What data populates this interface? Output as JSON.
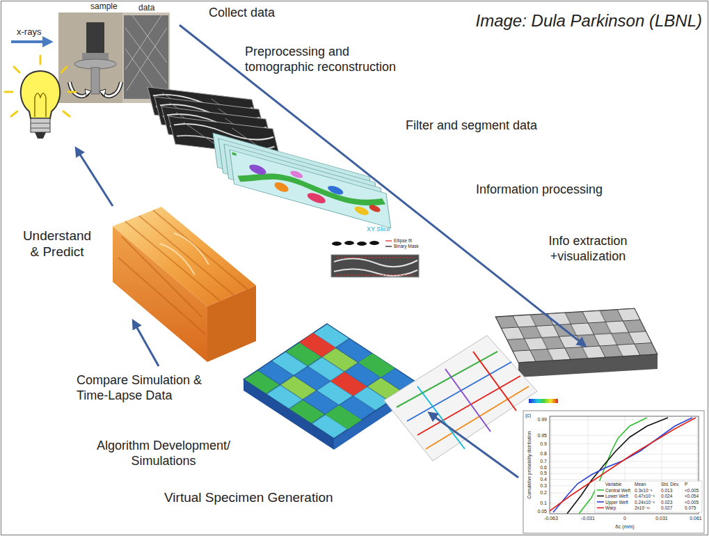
{
  "diagram": {
    "labels": [
      "sample",
      "data",
      "x-rays",
      "Collect data",
      "Image: Dula Parkinson (LBNL)",
      "Preprocessing and tomographic reconstruction",
      "Filter and segment data",
      "Information processing",
      "XY Slice",
      "Info extraction +visualization",
      "Understand & Predict",
      "Compare Simulation & Time-Lapse Data",
      "Algorithm Development/ Simulations",
      "Virtual Specimen Generation",
      "(c)",
      "0.99",
      "0.95",
      "0.9",
      "0.8",
      "0.7",
      "0.6",
      "0.5",
      "0.4",
      "0.3",
      "0.2",
      "0.1",
      "0.05",
      "Cumulative probability distribution",
      "-0.063",
      "-0.031",
      "0",
      "0.031",
      "0.061",
      "δc (mm)",
      "Variable",
      "Mean",
      "Std. Dev.",
      "P",
      "Central Weft",
      "0.3x10⁻³",
      "0.013",
      "<0.005",
      "Lower Weft",
      "0.47x10⁻³",
      "0.024",
      "<0.054",
      "Upper Weft",
      "0.24x10⁻³",
      "0.023",
      "<0.005",
      "Warp",
      "2x10⁻¹¹",
      "0.027",
      "0.075"
    ],
    "legend": [
      {
        "text": "Ellipse fit"
      },
      {
        "text": "Binary Mask"
      }
    ]
  }
}
